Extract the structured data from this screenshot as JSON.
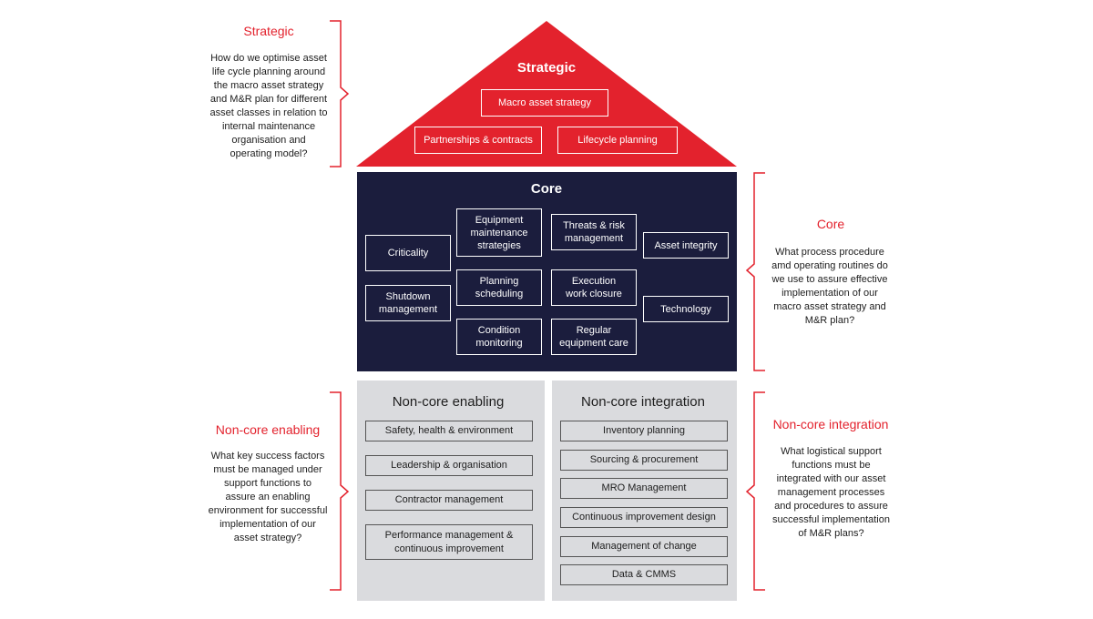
{
  "colors": {
    "accent": "#e3222d",
    "core_bg": "#1b1d3d",
    "noncore_bg": "#dadbde"
  },
  "left": {
    "strategic": {
      "title": "Strategic",
      "lines": [
        "How do we optimise asset",
        "life cycle planning around",
        "the macro asset strategy",
        "and M&R plan for different",
        "asset classes in relation to",
        "internal maintenance",
        "organisation and",
        "operating model?"
      ]
    },
    "noncore_enabling": {
      "title": "Non-core enabling",
      "lines": [
        "What key success factors",
        "must be managed under",
        "support functions to",
        "assure an enabling",
        "environment for successful",
        "implementation of our",
        "asset strategy?"
      ]
    }
  },
  "right": {
    "core": {
      "title": "Core",
      "lines": [
        "What process procedure",
        "amd operating routines do",
        "we use to assure effective",
        "implementation of our",
        "macro asset strategy and",
        "M&R plan?"
      ]
    },
    "noncore_integration": {
      "title": "Non-core integration",
      "lines": [
        "What logistical support",
        "functions must be",
        "integrated with our asset",
        "management processes",
        "and procedures to assure",
        "successful implementation",
        "of M&R plans?"
      ]
    }
  },
  "roof": {
    "title": "Strategic",
    "items": [
      "Macro asset strategy",
      "Partnerships & contracts",
      "Lifecycle planning"
    ]
  },
  "core": {
    "title": "Core",
    "items": [
      [
        "Criticality"
      ],
      [
        "Shutdown",
        "management"
      ],
      [
        "Equipment",
        "maintenance",
        "strategies"
      ],
      [
        "Planning",
        "scheduling"
      ],
      [
        "Condition",
        "monitoring"
      ],
      [
        "Threats & risk",
        "management"
      ],
      [
        "Execution",
        "work closure"
      ],
      [
        "Regular",
        "equipment care"
      ],
      [
        "Asset integrity"
      ],
      [
        "Technology"
      ]
    ]
  },
  "noncore_enabling": {
    "title": "Non-core enabling",
    "items": [
      [
        "Safety, health & environment"
      ],
      [
        "Leadership & organisation"
      ],
      [
        "Contractor management"
      ],
      [
        "Performance management &",
        "continuous improvement"
      ]
    ]
  },
  "noncore_integration": {
    "title": "Non-core integration",
    "items": [
      "Inventory planning",
      "Sourcing & procurement",
      "MRO Management",
      "Continuous improvement design",
      "Management of change",
      "Data & CMMS"
    ]
  }
}
